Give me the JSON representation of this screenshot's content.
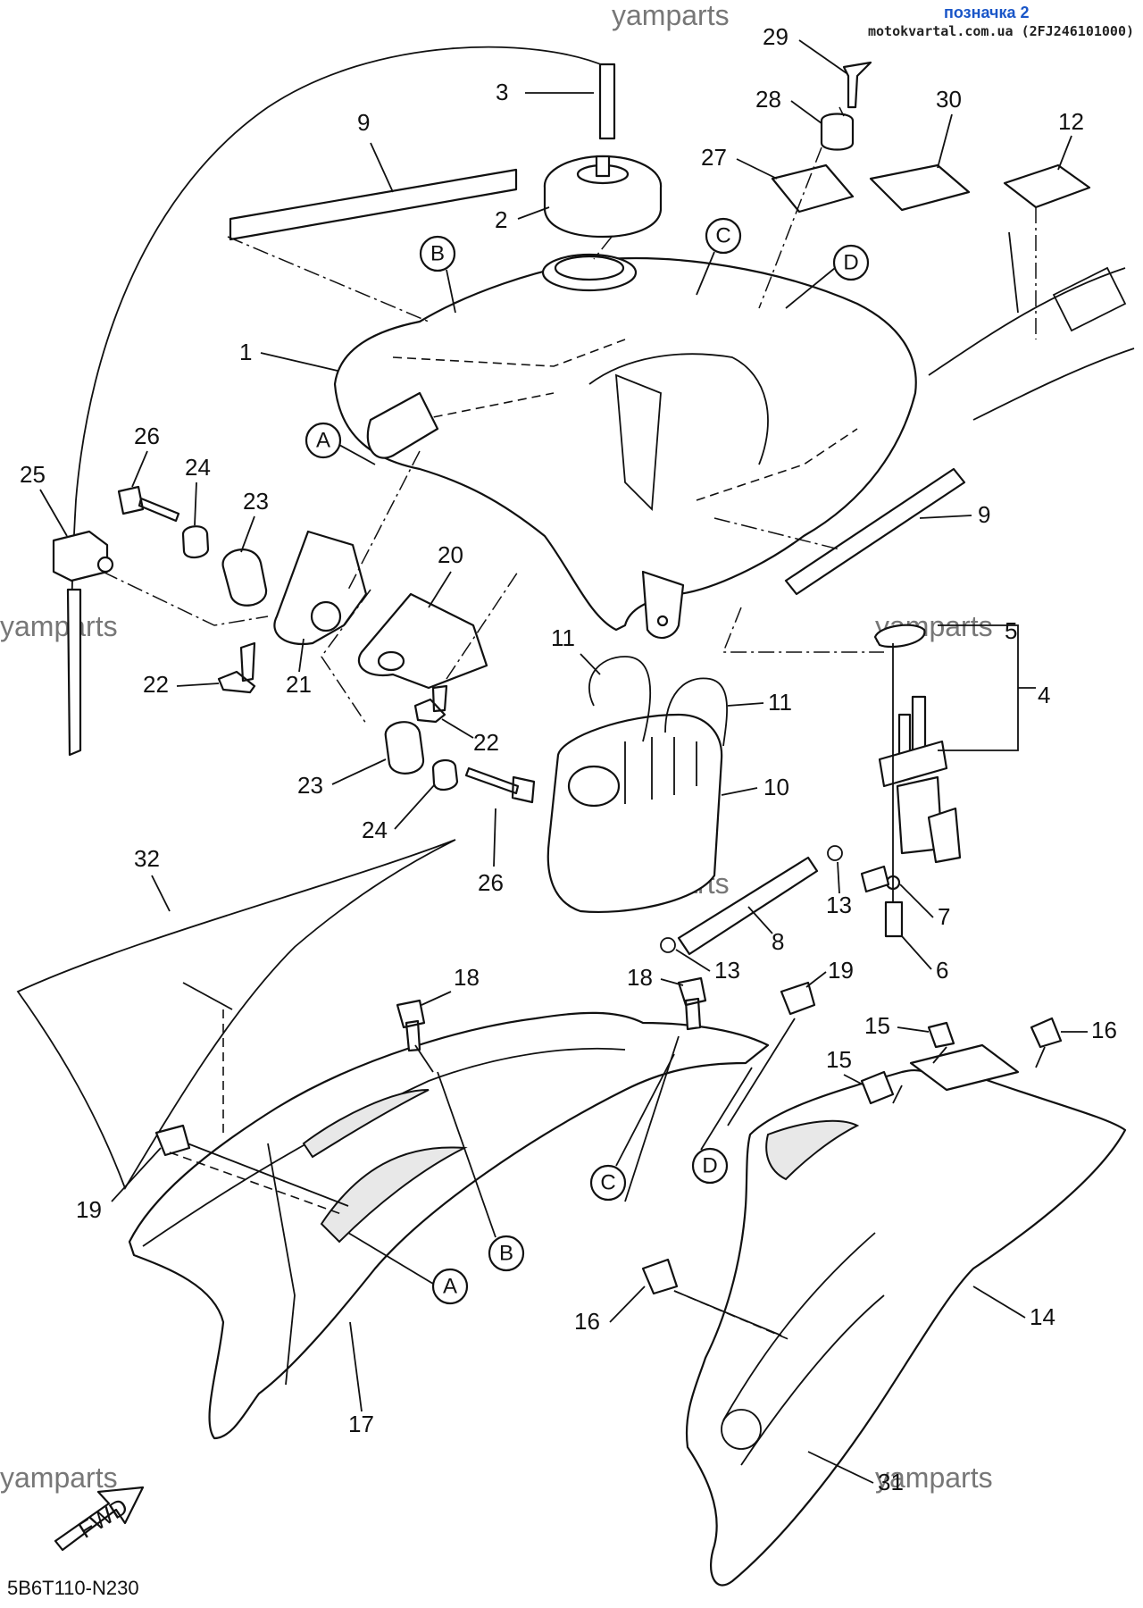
{
  "header": {
    "link_text": "позначка 2",
    "source_text": "motokvartal.com.ua (2FJ246101000)",
    "watermark": "yamparts"
  },
  "footer": {
    "diagram_code": "5B6T110-N230",
    "fwd_label": "FWD"
  },
  "part_numbers": [
    "1",
    "2",
    "3",
    "4",
    "5",
    "6",
    "7",
    "8",
    "9",
    "10",
    "11",
    "12",
    "13",
    "14",
    "15",
    "16",
    "17",
    "18",
    "19",
    "20",
    "21",
    "22",
    "23",
    "24",
    "25",
    "26",
    "27",
    "28",
    "29",
    "30",
    "31",
    "32"
  ],
  "reference_letters": [
    "A",
    "B",
    "C",
    "D"
  ]
}
